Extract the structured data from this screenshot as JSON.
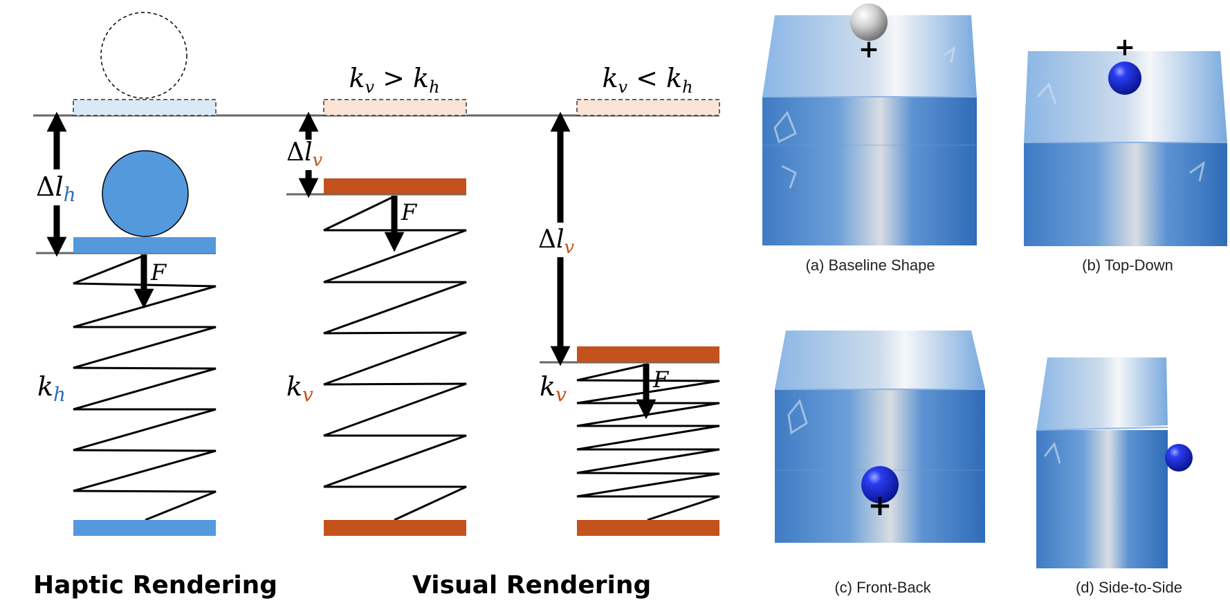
{
  "colors": {
    "haptic_blue": "#5599dd",
    "haptic_blue_light": "#dbe9f7",
    "visual_orange": "#c4521c",
    "visual_orange_light": "#fbe3d6",
    "ground_gray": "#666666",
    "cube_blue": "#4a86cc",
    "sphere_blue": "#0a1fc8",
    "sphere_white": "#d9d9d9"
  },
  "labels": {
    "compare_gt": {
      "lhs": "k",
      "lhs_sub": "v",
      "op": " > ",
      "rhs": "k",
      "rhs_sub": "h"
    },
    "compare_lt": {
      "lhs": "k",
      "lhs_sub": "v",
      "op": " < ",
      "rhs": "k",
      "rhs_sub": "h"
    },
    "delta_h": {
      "delta": "Δ",
      "var": "l",
      "sub": "h"
    },
    "delta_v_small": {
      "delta": "Δ",
      "var": "l",
      "sub": "v"
    },
    "delta_v_large": {
      "delta": "Δ",
      "var": "l",
      "sub": "v"
    },
    "force": "F",
    "k_h": {
      "var": "k",
      "sub": "h"
    },
    "k_v1": {
      "var": "k",
      "sub": "v"
    },
    "k_v2": {
      "var": "k",
      "sub": "v"
    }
  },
  "headings": {
    "haptic": "Haptic Rendering",
    "visual": "Visual Rendering"
  },
  "captions": {
    "a": "(a) Baseline Shape",
    "b": "(b) Top-Down",
    "c": "(c) Front-Back",
    "d": "(d) Side-to-Side"
  },
  "markers": {
    "cross": "+"
  }
}
